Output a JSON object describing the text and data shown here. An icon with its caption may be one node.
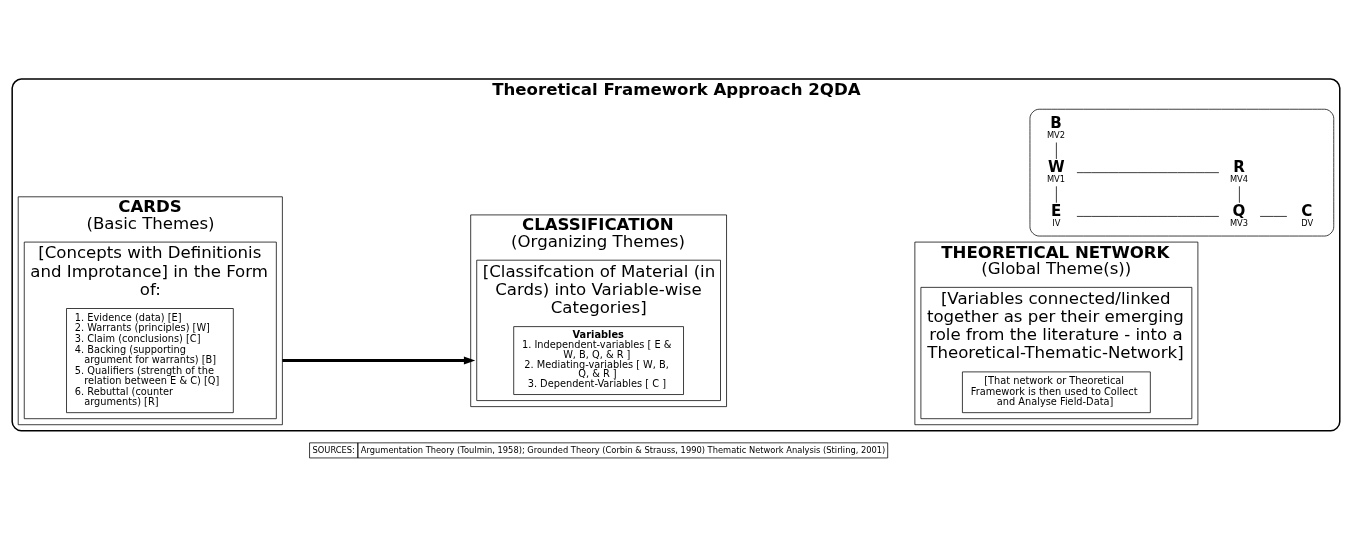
{
  "diagram": {
    "nodes": [
      {
        "text": [
          "Theoretical Framework Approach 2QDA"
        ]
      },
      {
        "text": [
          "CARDS",
          "(Basic Themes)"
        ],
        "in": 0
      },
      {
        "text": [
          "[Concepts with Definitionis and Improtance] in the Form of:"
        ],
        "in": 1
      },
      {
        "text": [
          "1. Evidence (data) [E]",
          "2. Warrants (principles) [W]",
          "3. Claim (conclusions) [C]",
          "4. Backing (supporting argument for warrants) [B]",
          "5. Qualifiers (strength of the relation between E & C) [Q]",
          "6. Rebuttal (counter arguments) [R]"
        ],
        "in": 2
      },
      {
        "text": [
          "CLASSIFICATION",
          "(Organizing Themes)"
        ],
        "in": 0
      },
      {
        "text": [
          "[Classifcation of Material (in Cards) into Variable-wise Categories]"
        ],
        "in": 4
      },
      {
        "text": [
          "Variables",
          "1. Independent-variables [ E & W, B, Q, & R ]",
          "2. Mediating-variables [ W, B, Q, & R ]",
          "3. Dependent-Variables [ C ]"
        ],
        "in": 5
      },
      {
        "text": [
          "THEORETICAL NETWORK",
          "(Global Theme(s))"
        ],
        "in": 0
      },
      {
        "text": [
          "[Variables connected/linked together as per their emerging role from the literature - into a Theoretical-Thematic-Network]"
        ],
        "in": 7
      },
      {
        "text": [
          "[That network or Theoretical Framework is then used to Collect and Analyse Field-Data]"
        ],
        "in": 8
      },
      {
        "text": [],
        "shape": "box",
        "in": 0
      },
      {
        "text": [
          "E"
        ],
        "beside": [
          "IV"
        ],
        "in": 10
      },
      {
        "text": [
          "Q"
        ],
        "beside": [
          "MV3"
        ],
        "in": 10
      },
      {
        "text": [
          "C"
        ],
        "beside": [
          "DV"
        ],
        "in": 10
      },
      {
        "text": [
          "W"
        ],
        "beside": [
          "MV1"
        ],
        "in": 10
      },
      {
        "text": [
          "R"
        ],
        "beside": [
          "MV4"
        ],
        "in": 10
      },
      {
        "text": [
          "B"
        ],
        "beside": [
          "MV2"
        ],
        "in": 10
      }
    ],
    "edges": [
      {
        "from": 1,
        "to": 4,
        "arrow": "to",
        "style": "thick"
      },
      {
        "from": 11,
        "to": 12,
        "arrow": "none"
      },
      {
        "from": 12,
        "to": 13,
        "arrow": "none"
      },
      {
        "from": 11,
        "to": 14,
        "arrow": "none"
      },
      {
        "from": 12,
        "to": 15,
        "arrow": "none"
      },
      {
        "from": 14,
        "to": 15,
        "arrow": "none"
      },
      {
        "from": 14,
        "to": 16,
        "arrow": "none"
      }
    ],
    "labels": [
      "SOURCES:",
      "Argumentation Theory (Toulmin, 1958); Grounded Theory (Corbin & Strauss, 1990) Thematic Network Analysis (Stirling, 2001)"
    ]
  }
}
